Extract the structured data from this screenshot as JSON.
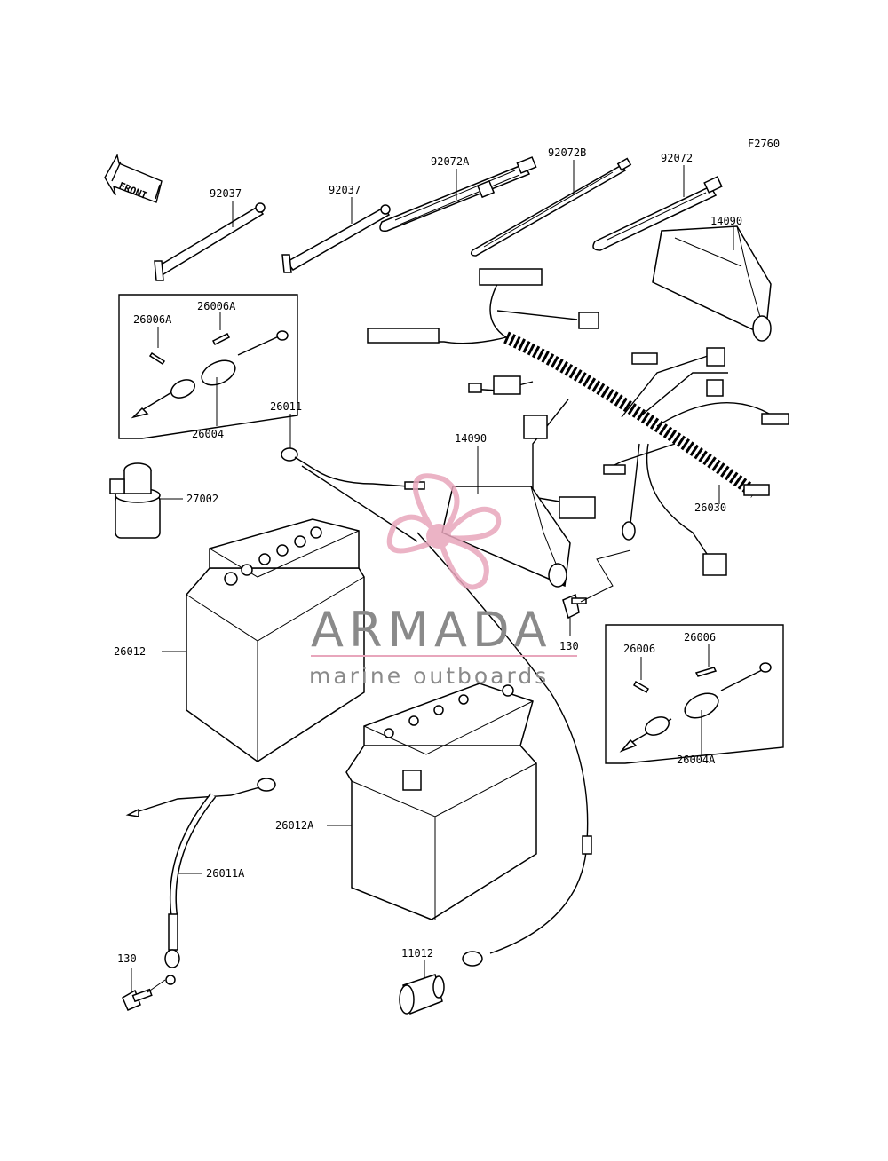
{
  "figure_code": "F2760",
  "front_label": "FRONT",
  "callouts": {
    "p92037_left": "92037",
    "p92037_right": "92037",
    "p92072A": "92072A",
    "p92072B": "92072B",
    "p92072": "92072",
    "p14090_top": "14090",
    "p26006A_left": "26006A",
    "p26006A_right": "26006A",
    "p26004": "26004",
    "p26011": "26011",
    "p14090_mid": "14090",
    "p27002": "27002",
    "p26030": "26030",
    "p26012": "26012",
    "p130_mid": "130",
    "p26006_left": "26006",
    "p26006_right": "26006",
    "p26004A": "26004A",
    "p26012A": "26012A",
    "p26011A": "26011A",
    "p130_bottom": "130",
    "p11012": "11012"
  },
  "watermark": {
    "brand": "ARMADA",
    "tagline": "marine outboards",
    "colors": {
      "accent": "#e8a6bc",
      "text": "#8a8a8a"
    }
  }
}
